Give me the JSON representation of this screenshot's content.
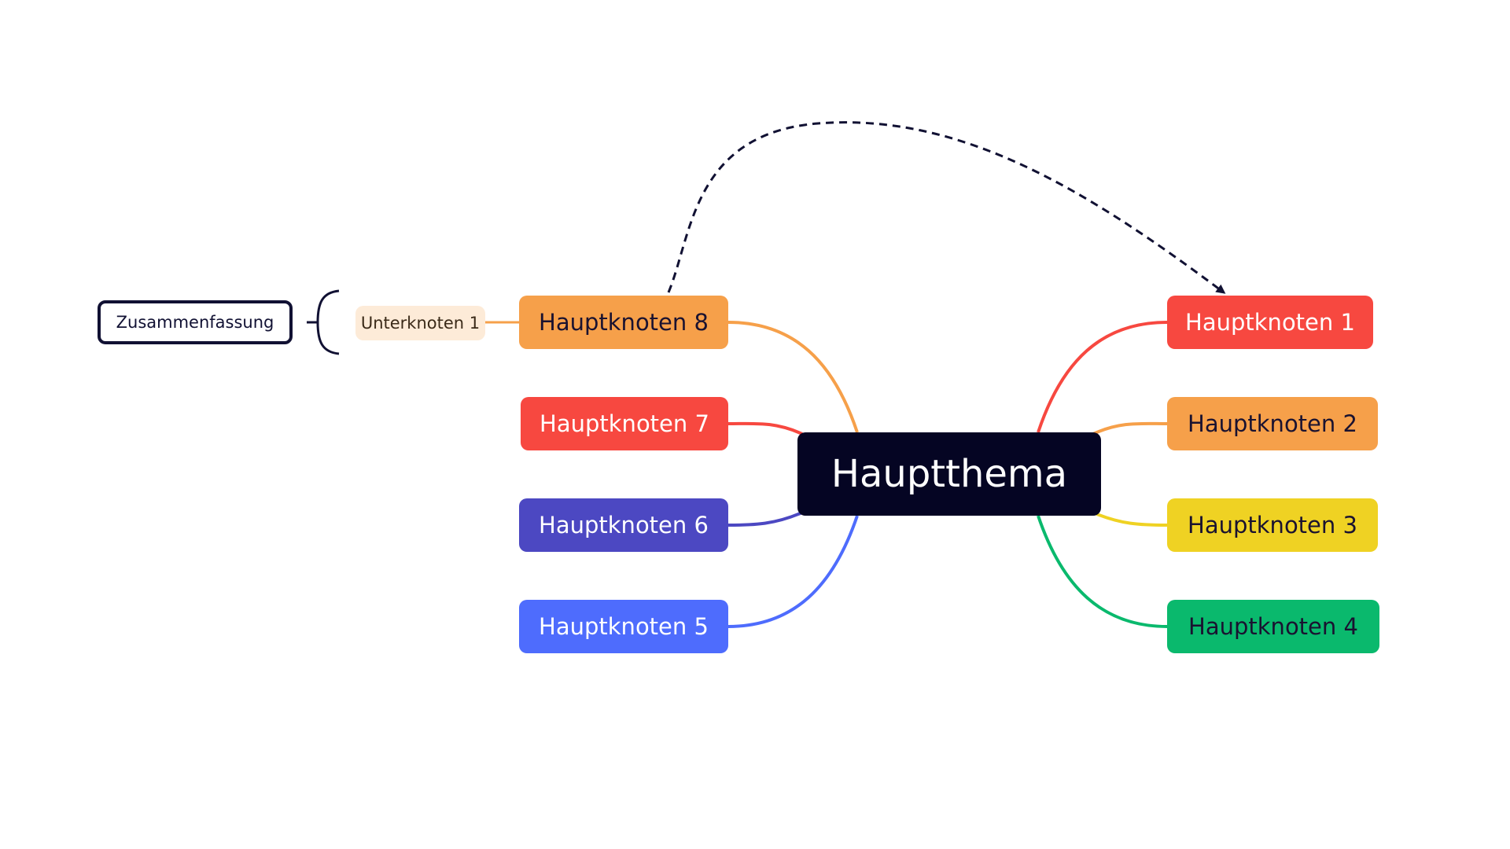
{
  "diagram": {
    "center": {
      "label": "Hauptthema",
      "color": "#050523",
      "text_color": "#ffffff"
    },
    "main_nodes": [
      {
        "id": "n1",
        "label": "Hauptknoten 1",
        "color": "#f74840",
        "text_color": "#ffffff"
      },
      {
        "id": "n2",
        "label": "Hauptknoten 2",
        "color": "#f6a04a",
        "text_color": "#1a1230"
      },
      {
        "id": "n3",
        "label": "Hauptknoten 3",
        "color": "#efd223",
        "text_color": "#1a1230"
      },
      {
        "id": "n4",
        "label": "Hauptknoten 4",
        "color": "#0ab96d",
        "text_color": "#1a1230"
      },
      {
        "id": "n5",
        "label": "Hauptknoten 5",
        "color": "#4e6cfd",
        "text_color": "#ffffff"
      },
      {
        "id": "n6",
        "label": "Hauptknoten 6",
        "color": "#4c48c2",
        "text_color": "#ffffff"
      },
      {
        "id": "n7",
        "label": "Hauptknoten 7",
        "color": "#f74840",
        "text_color": "#ffffff"
      },
      {
        "id": "n8",
        "label": "Hauptknoten 8",
        "color": "#f6a04a",
        "text_color": "#1a1230"
      }
    ],
    "subnode": {
      "label": "Unterknoten 1",
      "parent": "n8",
      "color": "#fdebd8"
    },
    "summary": {
      "label": "Zusammenfassung",
      "border_color": "#111133"
    },
    "relationship": {
      "from": "n8",
      "to": "n1",
      "style": "dashed-arrow",
      "color": "#111133"
    }
  }
}
